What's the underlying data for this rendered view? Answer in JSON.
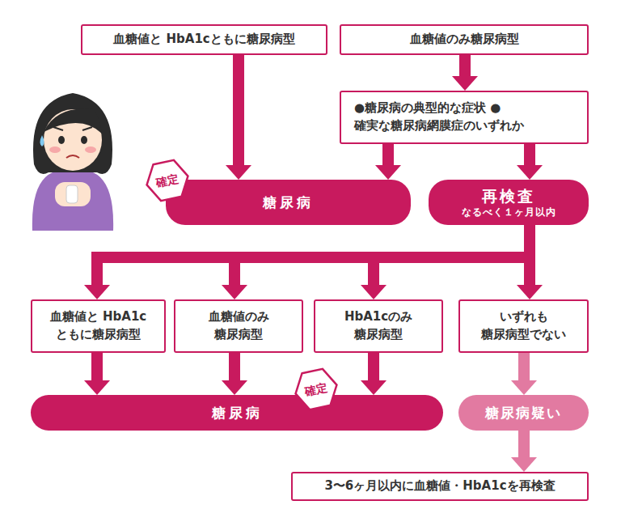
{
  "diagram": {
    "nodes": [
      {
        "text": [
          "血糖値と HbA1cともに糖尿病型"
        ]
      },
      {
        "text": [
          "血糖値のみ糖尿病型"
        ]
      },
      {
        "text": [
          "●糖尿病の典型的な症状 ●確実な糖尿病網膜症のいずれか"
        ]
      },
      {
        "text": [
          "糖尿病"
        ]
      },
      {
        "text": [
          "確定"
        ]
      },
      {
        "text": [
          "再検査",
          "なるべく１ヶ月以内"
        ]
      },
      {
        "text": [
          "血糖値と HbA1c ともに糖尿病型"
        ]
      },
      {
        "text": [
          "血糖値のみ 糖尿病型"
        ]
      },
      {
        "text": [
          "HbA1cのみ 糖尿病型"
        ]
      },
      {
        "text": [
          "いずれも 糖尿病型でない"
        ]
      },
      {
        "text": [
          "糖尿病"
        ]
      },
      {
        "text": [
          "確定"
        ]
      },
      {
        "text": [
          "糖尿病疑い"
        ]
      },
      {
        "text": [
          "3〜6ヶ月以内に血糖値・HbA1cを再検査"
        ]
      }
    ],
    "edges": [
      {
        "from": 0,
        "to": 3,
        "arrow": "to"
      },
      {
        "from": 1,
        "to": 2,
        "arrow": "to"
      },
      {
        "from": 2,
        "to": 3,
        "arrow": "to"
      },
      {
        "from": 2,
        "to": 5,
        "arrow": "to"
      },
      {
        "from": 5,
        "to": 6,
        "arrow": "to"
      },
      {
        "from": 5,
        "to": 7,
        "arrow": "to"
      },
      {
        "from": 5,
        "to": 8,
        "arrow": "to"
      },
      {
        "from": 5,
        "to": 9,
        "arrow": "to"
      },
      {
        "from": 6,
        "to": 10,
        "arrow": "to"
      },
      {
        "from": 7,
        "to": 10,
        "arrow": "to"
      },
      {
        "from": 8,
        "to": 10,
        "arrow": "to"
      },
      {
        "from": 9,
        "to": 12,
        "arrow": "to"
      },
      {
        "from": 12,
        "to": 13,
        "arrow": "to"
      }
    ]
  }
}
